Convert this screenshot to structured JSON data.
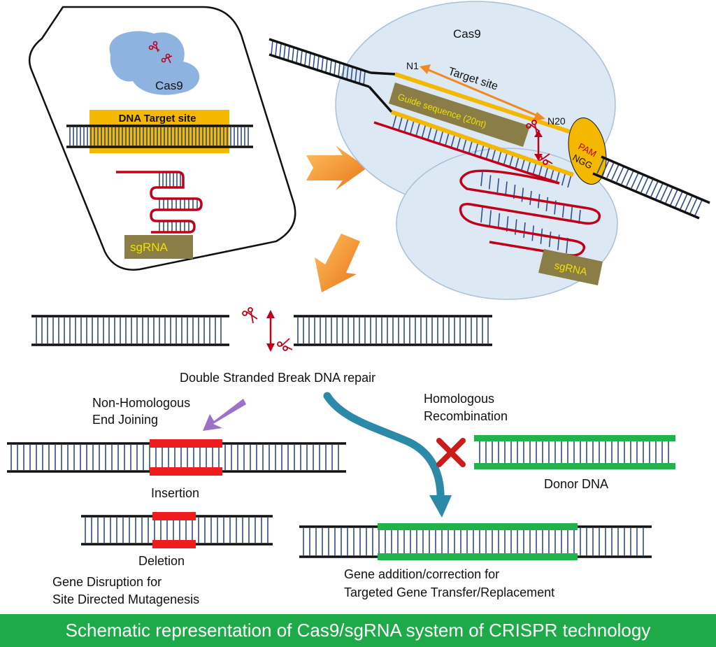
{
  "panel1": {
    "cas9_label": "Cas9",
    "target_site_label": "DNA Target site",
    "sgrna_label": "sgRNA"
  },
  "panel2": {
    "cas9_label": "Cas9",
    "n1_label": "N1",
    "target_site_label": "Target site",
    "n20_label": "N20",
    "guide_label": "Guide sequence (20nt)",
    "pam_label": "PAM",
    "ngg_label": "NGG",
    "sgrna_label": "sgRNA"
  },
  "dsb": {
    "title": "Double Stranded Break DNA repair"
  },
  "nhej": {
    "title_line1": "Non-Homologous",
    "title_line2": "End Joining",
    "insertion_label": "Insertion",
    "deletion_label": "Deletion",
    "result_line1": "Gene Disruption for",
    "result_line2": "Site Directed Mutagenesis"
  },
  "hr": {
    "title_line1": "Homologous",
    "title_line2": "Recombination",
    "donor_label": "Donor DNA",
    "result_line1": "Gene addition/correction for",
    "result_line2": "Targeted Gene Transfer/Replacement"
  },
  "footer": {
    "caption": "Schematic representation of Cas9/sgRNA system of CRISPR technology"
  },
  "colors": {
    "dna_strand": "#111111",
    "dna_rungs": "#2f4d8a",
    "sgrna": "#c0001a",
    "target_highlight": "#f5b800",
    "label_box": "#8a7d45",
    "label_text": "#f0e000",
    "cas9_fill": "#dce8f4",
    "cas9_blob": "#8fb3e0",
    "arrow_orange": "#f08a20",
    "arrow_purple": "#9b72c8",
    "arrow_teal": "#2a8aa8",
    "insertion": "#ee1c1c",
    "donor": "#22b24c",
    "cross": "#cc1b1b",
    "footer": "#1faa4a"
  }
}
